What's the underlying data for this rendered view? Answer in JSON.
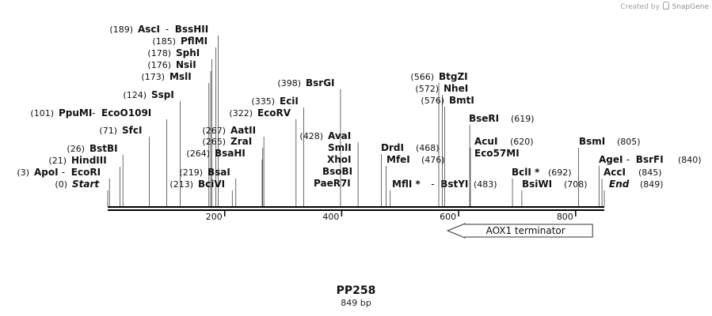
{
  "watermark": {
    "prefix": "Created by",
    "brand": "SnapGene"
  },
  "plasmid": {
    "name": "PP258",
    "length_label": "849 bp",
    "length": 849
  },
  "ruler": {
    "ticks": [
      "200",
      "400",
      "600",
      "800"
    ],
    "tick_values": [
      200,
      400,
      600,
      800
    ]
  },
  "features": [
    {
      "label": "AOX1 terminator",
      "start": 581,
      "end": 829,
      "direction": "reverse"
    }
  ],
  "sites": [
    {
      "pos": "(0)",
      "name": "Start",
      "sep": "",
      "name2": "",
      "italic": true,
      "bp": 0
    },
    {
      "pos": "(3)",
      "name": "ApoI",
      "sep": "-",
      "name2": "EcoRI",
      "italic": false,
      "bp": 3
    },
    {
      "pos": "(21)",
      "name": "HindIII",
      "sep": "",
      "name2": "",
      "italic": false,
      "bp": 21
    },
    {
      "pos": "(26)",
      "name": "BstBI",
      "sep": "",
      "name2": "",
      "italic": false,
      "bp": 26
    },
    {
      "pos": "(71)",
      "name": "SfcI",
      "sep": "",
      "name2": "",
      "italic": false,
      "bp": 71
    },
    {
      "pos": "(101)",
      "name": "PpuMI",
      "sep": "-",
      "name2": "EcoO109I",
      "italic": false,
      "bp": 101
    },
    {
      "pos": "(124)",
      "name": "SspI",
      "sep": "",
      "name2": "",
      "italic": false,
      "bp": 124
    },
    {
      "pos": "(173)",
      "name": "MslI",
      "sep": "",
      "name2": "",
      "italic": false,
      "bp": 173
    },
    {
      "pos": "(176)",
      "name": "NsiI",
      "sep": "",
      "name2": "",
      "italic": false,
      "bp": 176
    },
    {
      "pos": "(178)",
      "name": "SphI",
      "sep": "",
      "name2": "",
      "italic": false,
      "bp": 178
    },
    {
      "pos": "(185)",
      "name": "PflMI",
      "sep": "",
      "name2": "",
      "italic": false,
      "bp": 185
    },
    {
      "pos": "(189)",
      "name": "AscI",
      "sep": "-",
      "name2": "BssHII",
      "italic": false,
      "bp": 189
    },
    {
      "pos": "(213)",
      "name": "BciVI",
      "sep": "",
      "name2": "",
      "italic": false,
      "bp": 213
    },
    {
      "pos": "(219)",
      "name": "BsaI",
      "sep": "",
      "name2": "",
      "italic": false,
      "bp": 219
    },
    {
      "pos": "(264)",
      "name": "BsaHI",
      "sep": "",
      "name2": "",
      "italic": false,
      "bp": 264
    },
    {
      "pos": "(265)",
      "name": "ZraI",
      "sep": "",
      "name2": "",
      "italic": false,
      "bp": 265
    },
    {
      "pos": "(267)",
      "name": "AatII",
      "sep": "",
      "name2": "",
      "italic": false,
      "bp": 267
    },
    {
      "pos": "(322)",
      "name": "EcoRV",
      "sep": "",
      "name2": "",
      "italic": false,
      "bp": 322
    },
    {
      "pos": "(335)",
      "name": "EciI",
      "sep": "",
      "name2": "",
      "italic": false,
      "bp": 335
    },
    {
      "pos": "(398)",
      "name": "BsrGI",
      "sep": "",
      "name2": "",
      "italic": false,
      "bp": 398
    },
    {
      "pos": "(428)",
      "name": "AvaI",
      "sep": "",
      "name2": "",
      "italic": false,
      "bp": 428
    },
    {
      "pos": "",
      "name": "SmlI",
      "sep": "",
      "name2": "",
      "italic": false,
      "bp": 428
    },
    {
      "pos": "",
      "name": "XhoI",
      "sep": "",
      "name2": "",
      "italic": false,
      "bp": 428
    },
    {
      "pos": "",
      "name": "BsoBI",
      "sep": "",
      "name2": "",
      "italic": false,
      "bp": 428
    },
    {
      "pos": "",
      "name": "PaeR7I",
      "sep": "",
      "name2": "",
      "italic": false,
      "bp": 428
    },
    {
      "pos": "(468)",
      "name": "DrdI",
      "sep": "",
      "name2": "",
      "italic": false,
      "bp": 468
    },
    {
      "pos": "(476)",
      "name": "MfeI",
      "sep": "",
      "name2": "",
      "italic": false,
      "bp": 476
    },
    {
      "pos": "(483)",
      "name": "MflI *",
      "sep": "-",
      "name2": "BstYI",
      "italic": false,
      "bp": 483
    },
    {
      "pos": "(566)",
      "name": "BtgZI",
      "sep": "",
      "name2": "",
      "italic": false,
      "bp": 566
    },
    {
      "pos": "(572)",
      "name": "NheI",
      "sep": "",
      "name2": "",
      "italic": false,
      "bp": 572
    },
    {
      "pos": "(576)",
      "name": "BmtI",
      "sep": "",
      "name2": "",
      "italic": false,
      "bp": 576
    },
    {
      "pos": "(619)",
      "name": "BseRI",
      "sep": "",
      "name2": "",
      "italic": false,
      "bp": 619
    },
    {
      "pos": "(620)",
      "name": "AcuI",
      "sep": "",
      "name2": "",
      "italic": false,
      "bp": 620
    },
    {
      "pos": "",
      "name": "Eco57MI",
      "sep": "",
      "name2": "",
      "italic": false,
      "bp": 620
    },
    {
      "pos": "(692)",
      "name": "BclI *",
      "sep": "",
      "name2": "",
      "italic": false,
      "bp": 692
    },
    {
      "pos": "(708)",
      "name": "BsiWI",
      "sep": "",
      "name2": "",
      "italic": false,
      "bp": 708
    },
    {
      "pos": "(805)",
      "name": "BsmI",
      "sep": "",
      "name2": "",
      "italic": false,
      "bp": 805
    },
    {
      "pos": "(840)",
      "name": "AgeI",
      "sep": "-",
      "name2": "BsrFI",
      "italic": false,
      "bp": 840
    },
    {
      "pos": "(845)",
      "name": "AccI",
      "sep": "",
      "name2": "",
      "italic": false,
      "bp": 845
    },
    {
      "pos": "(849)",
      "name": "End",
      "sep": "",
      "name2": "",
      "italic": true,
      "bp": 849
    }
  ]
}
